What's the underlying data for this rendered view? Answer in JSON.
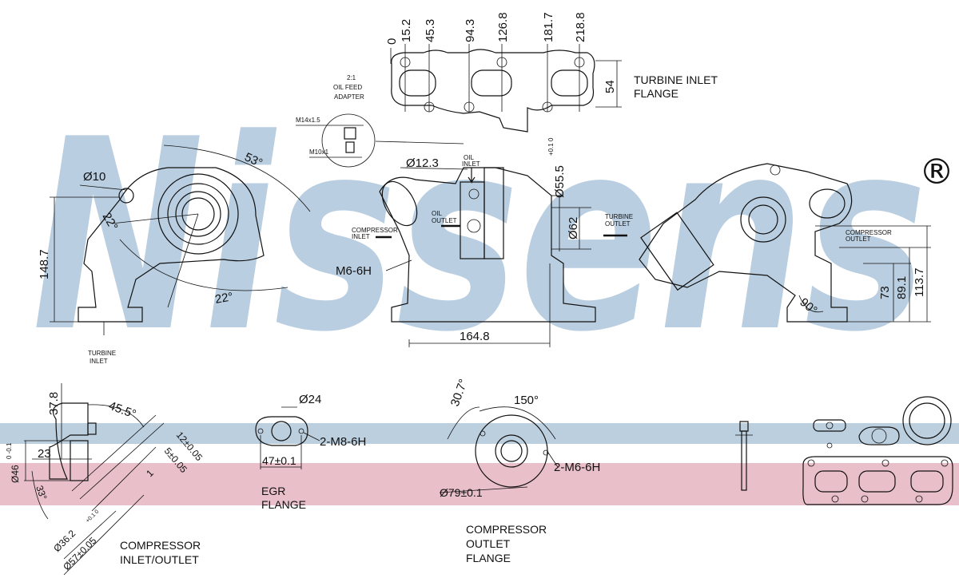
{
  "colors": {
    "watermark": "#b9cee0",
    "blue_band": "#bccfdf",
    "pink_band": "#e9bfc9",
    "line": "#111111"
  },
  "logo": {
    "text": "Nissens",
    "registered": "®"
  },
  "turbine_inlet_flange": {
    "dims": [
      "0",
      "15.2",
      "45.3",
      "94.3",
      "126.8",
      "181.7",
      "218.8"
    ],
    "height": "54",
    "label_line1": "TURBINE  INLET",
    "label_line2": "FLANGE"
  },
  "oil_feed_adapter": {
    "scale": "2:1",
    "line1": "OIL  FEED",
    "line2": "ADAPTER",
    "thread_top": "M14x1.5",
    "thread_bottom": "M10x1"
  },
  "left_view": {
    "hole": "Ø10",
    "angle_top": "53°",
    "angle_left": "22°",
    "angle_bottom": "22°",
    "height": "148.7",
    "turbine_inlet_1": "TURBINE",
    "turbine_inlet_2": "INLET"
  },
  "center_view": {
    "oil_hole": "Ø12.3",
    "oil_inlet_1": "OIL",
    "oil_inlet_2": "INLET",
    "oil_outlet_1": "OIL",
    "oil_outlet_2": "OUTLET",
    "compressor_inlet_1": "COMPRESSOR",
    "compressor_inlet_2": "INLET",
    "thread": "M6-6H",
    "dia_outlet": "Ø55.5",
    "dia_outlet_tol": "+0.1  0",
    "dia_62": "Ø62",
    "width": "164.8",
    "turbine_outlet_1": "TURBINE",
    "turbine_outlet_2": "OUTLET"
  },
  "right_view": {
    "compressor_outlet_1": "COMPRESSOR",
    "compressor_outlet_2": "OUTLET",
    "h73": "73",
    "h89": "89.1",
    "h113": "113.7",
    "angle": "90°"
  },
  "compressor_inlet_outlet": {
    "d37": "37.8",
    "angle45": "45.5°",
    "d12": "12±0.05",
    "d5": "5±0.05",
    "d1": "1",
    "d23": "23",
    "dia46": "Ø46",
    "dia46_tol": "0  -0.1",
    "angle33": "33°",
    "dia36": "Ø36.2",
    "dia36_tol": "+0.1  0",
    "dia57": "Ø57±0.05",
    "label1": "COMPRESSOR",
    "label2": "INLET/OUTLET"
  },
  "egr_flange": {
    "dia": "Ø24",
    "thread": "2-M8-6H",
    "width": "47±0.1",
    "label1": "EGR",
    "label2": "FLANGE"
  },
  "compressor_outlet_flange": {
    "angle1": "30.7°",
    "angle2": "150°",
    "thread": "2-M6-6H",
    "dia": "Ø79±0.1",
    "label1": "COMPRESSOR",
    "label2": "OUTLET",
    "label3": "FLANGE"
  }
}
